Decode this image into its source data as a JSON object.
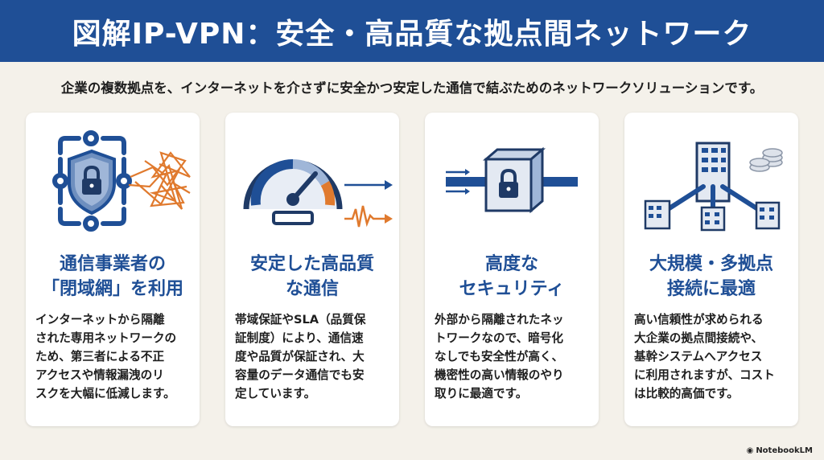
{
  "header": {
    "title": "図解IP-VPN：安全・高品質な拠点間ネットワーク"
  },
  "subtitle": "企業の複数拠点を、インターネットを介さずに安全かつ安定した通信で結ぶためのネットワークソリューションです。",
  "cards": [
    {
      "title": "通信事業者の\n「閉域網」を利用",
      "body": "インターネットから隔離\nされた専用ネットワークの\nため、第三者による不正\nアクセスや情報漏洩のリ\nスクを大幅に低減します。",
      "icon": "shield-lock-icon"
    },
    {
      "title": "安定した高品質\nな通信",
      "body": "帯域保証やSLA（品質保\n証制度）により、通信速\n度や品質が保証され、大\n容量のデータ通信でも安\n定しています。",
      "icon": "speedometer-icon"
    },
    {
      "title": "高度な\nセキュリティ",
      "body": "外部から隔離されたネッ\nトワークなので、暗号化\nなしでも安全性が高く、\n機密性の高い情報のやり\n取りに最適です。",
      "icon": "locked-box-icon"
    },
    {
      "title": "大規模・多拠点\n接続に最適",
      "body": "高い信頼性が求められる\n大企業の拠点間接続や、\n基幹システムへアクセス\nに利用されますが、コスト\nは比較的高価です。",
      "icon": "buildings-network-icon"
    }
  ],
  "brand": {
    "label": "NotebookLM"
  },
  "colors": {
    "primary": "#1f4f96",
    "accent": "#e07a2e",
    "background": "#f4f1ea"
  }
}
